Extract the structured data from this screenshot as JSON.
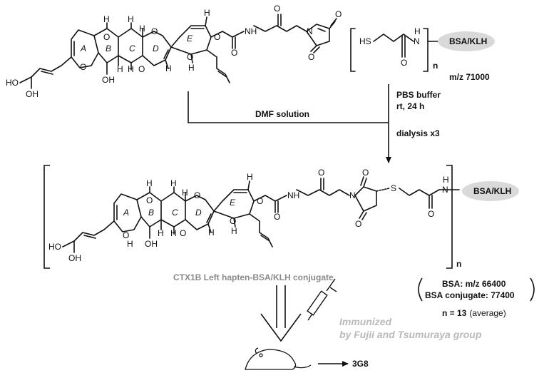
{
  "carrier_label": "BSA/KLH",
  "carrier_mass": "m/z 71000",
  "repeat_symbol": "n",
  "atoms": {
    "O": "O",
    "N": "N",
    "H": "H",
    "S": "S",
    "HS": "HS",
    "HO": "HO",
    "OH": "OH",
    "NH": "NH"
  },
  "rings": [
    "A",
    "B",
    "C",
    "D",
    "E"
  ],
  "reagent_left": "DMF solution",
  "conditions": [
    "PBS buffer",
    "rt, 24 h",
    "dialysis x3"
  ],
  "conjugate_caption": "CTX1B Left hapten-BSA/KLH conjugate",
  "mass_table": {
    "bsa": "BSA: m/z  66400",
    "conjugate": "BSA conjugate:  77400"
  },
  "loading": {
    "bold": "n = 13",
    "note": "(average)"
  },
  "immunization": {
    "line1": "Immunized",
    "line2": "by Fujii and Tsumuraya group"
  },
  "clone": "3G8"
}
